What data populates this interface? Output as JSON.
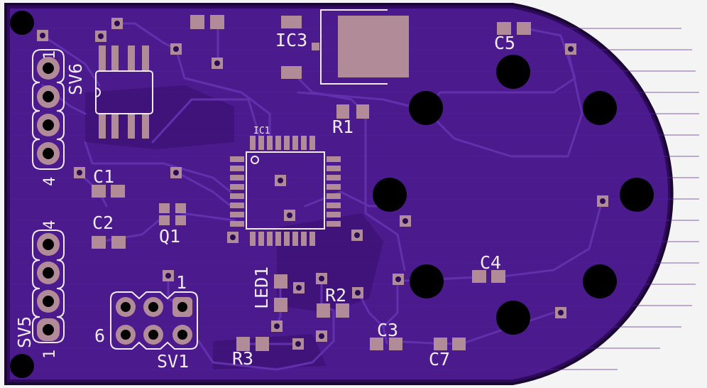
{
  "board": {
    "colors": {
      "background": "#f4f4f4",
      "substrate": "#4b1a8c",
      "substrate_dark": "#2e0a5c",
      "trace": "#5d27a7",
      "pad": "#b28b98",
      "silkscreen": "#f1eaf7",
      "hole": "#000000",
      "outline": "#1a0833"
    },
    "labels": {
      "ic3": "IC3",
      "c5": "C5",
      "r1": "R1",
      "ic1": "IC1",
      "sv6": "SV6",
      "sv6_pin1": "1",
      "sv6_pin4": "4",
      "c1": "C1",
      "c2": "C2",
      "q1": "Q1",
      "sv5": "SV5",
      "sv5_pin1": "1",
      "sv5_pin4": "4",
      "led1": "LED1",
      "r2": "R2",
      "c4": "C4",
      "c3": "C3",
      "c7": "C7",
      "r3": "R3",
      "sv1": "SV1",
      "sv1_pin1": "1",
      "sv1_pin6": "6"
    }
  }
}
